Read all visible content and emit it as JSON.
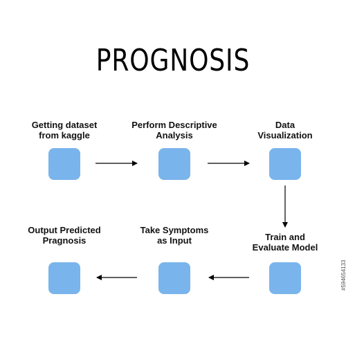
{
  "title": "PROGNOSIS",
  "box_color": "#7ab4ec",
  "arrow_color": "#000000",
  "steps": [
    {
      "label": "Getting dataset\nfrom kaggle"
    },
    {
      "label": "Perform Descriptive\nAnalysis"
    },
    {
      "label": "Data\nVisualization"
    },
    {
      "label": "Train and\nEvaluate Model"
    },
    {
      "label": "Take Symptoms\nas Input"
    },
    {
      "label": "Output Predicted\nPragnosis"
    }
  ],
  "side_note": "#594654133"
}
